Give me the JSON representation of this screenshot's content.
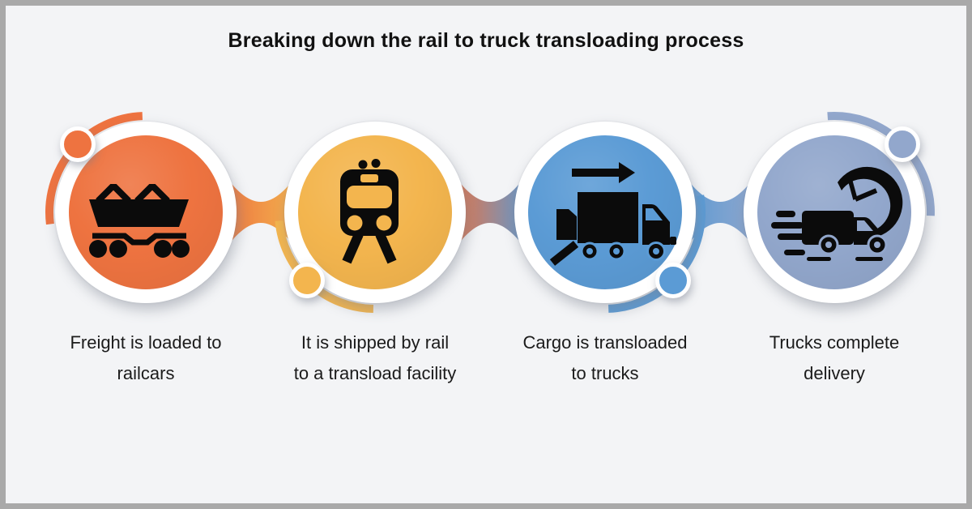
{
  "frame": {
    "background": "#f3f4f6",
    "border_color": "#a9a9a9"
  },
  "title": {
    "text": "Breaking down the rail to truck transloading process"
  },
  "steps": [
    {
      "label": "Freight is loaded to\nrailcars",
      "color": "#ee7340",
      "icon": "railcar-icon"
    },
    {
      "label": "It is shipped by rail\nto a transload facility",
      "color": "#f3b54e",
      "icon": "train-icon"
    },
    {
      "label": "Cargo is transloaded\nto trucks",
      "color": "#5b9bd5",
      "icon": "transload-truck-icon"
    },
    {
      "label": "Trucks complete\ndelivery",
      "color": "#92a7cc",
      "icon": "delivery-truck-icon"
    }
  ],
  "connectors": [
    {
      "from": "#ee7340",
      "to": "#f3b54e"
    },
    {
      "from": "#ee7340",
      "to": "#5b9bd5"
    },
    {
      "from": "#5b9bd5",
      "to": "#92a7cc"
    }
  ]
}
